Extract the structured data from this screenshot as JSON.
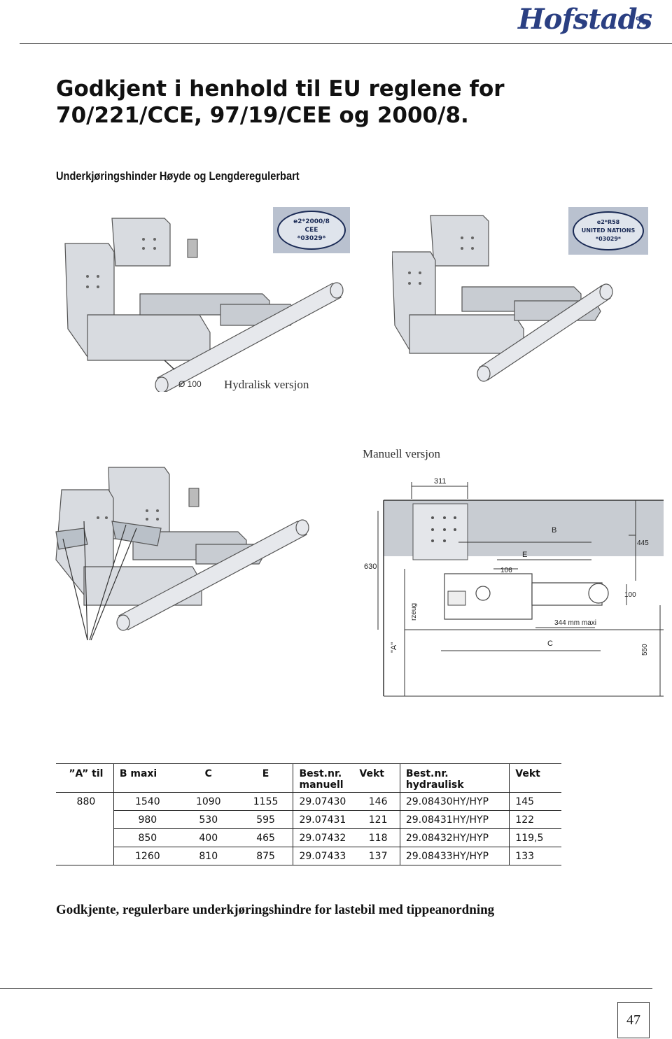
{
  "header": {
    "logo_text": "Hofstads",
    "logo_suffix": "%"
  },
  "title": "Godkjent i henhold til EU reglene for 70/221/CCE, 97/19/CEE og 2000/8.",
  "subtitle": "Underkjøringshinder Høyde og Lengderegulerbart",
  "seals": {
    "left": {
      "line1": "e2*2000/8",
      "line2": "CEE",
      "line3": "*03029*"
    },
    "right": {
      "line1": "e2*R58",
      "line2": "UNITED NATIONS",
      "line3": "*03029*"
    }
  },
  "captions": {
    "hydraulic": "Hydralisk versjon",
    "manual": "Manuell versjon"
  },
  "drawing_labels": {
    "diameter": "Ø 100",
    "width_311": "311",
    "b": "B",
    "e": "E",
    "c": "C",
    "h_445": "445",
    "h_630": "630",
    "d_106": "106",
    "d_100": "100",
    "max_344": "344 mm maxi",
    "h_550": "550",
    "a": "\"A\"",
    "fahrzeug": "rzeug"
  },
  "table": {
    "headers": [
      "”A” til",
      "B maxi",
      "C",
      "E",
      "Best.nr. manuell",
      "Vekt",
      "Best.nr. hydraulisk",
      "Vekt"
    ],
    "rows": [
      [
        "880",
        "1540",
        "1090",
        "1155",
        "29.07430",
        "146",
        "29.08430HY/HYP",
        "145"
      ],
      [
        "",
        "980",
        "530",
        "595",
        "29.07431",
        "121",
        "29.08431HY/HYP",
        "122"
      ],
      [
        "",
        "850",
        "400",
        "465",
        "29.07432",
        "118",
        "29.08432HY/HYP",
        "119,5"
      ],
      [
        "",
        "1260",
        "810",
        "875",
        "29.07433",
        "137",
        "29.08433HY/HYP",
        "133"
      ]
    ]
  },
  "footer_caption": "Godkjente, regulerbare underkjøringshindre for lastebil med tippeanordning",
  "page_number": "47",
  "colors": {
    "brand": "#2a3f82",
    "seal_bg": "#b9c1cf",
    "seal_ink": "#1a2a55",
    "metal": "#c8ccd2",
    "dim_line": "#333333"
  }
}
